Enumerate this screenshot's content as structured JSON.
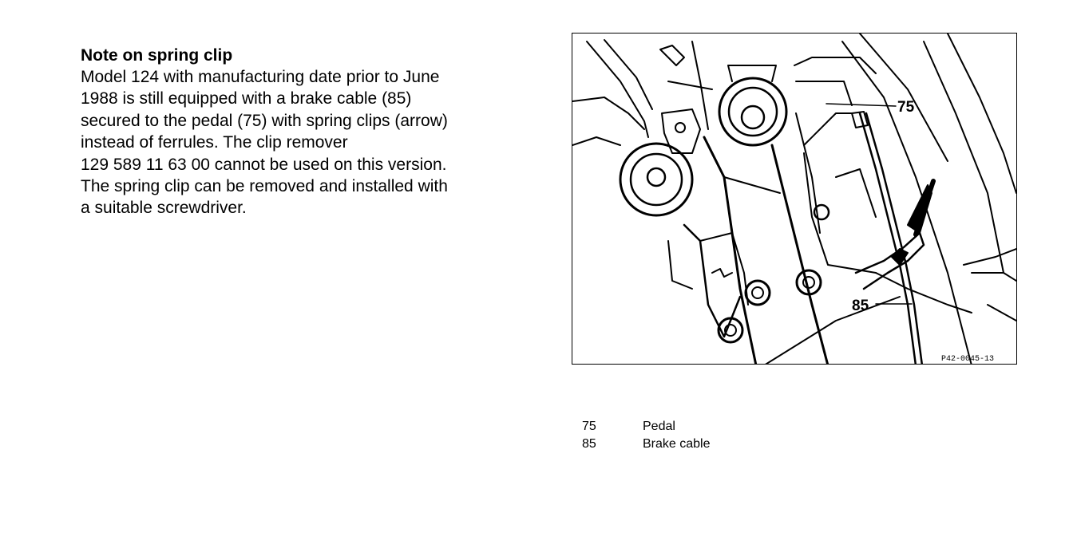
{
  "note": {
    "title": "Note on spring clip",
    "lines": [
      "Model 124 with manufacturing date prior to June",
      "1988 is still equipped with a brake cable (85)",
      "secured to the pedal (75) with spring clips (arrow)",
      "instead of ferrules. The clip remover",
      "129 589 11 63 00 cannot be used on this version.",
      "The spring clip can be removed and installed with",
      "a suitable screwdriver."
    ]
  },
  "figure": {
    "callouts": [
      {
        "label": "75"
      },
      {
        "label": "85"
      }
    ],
    "code": "P42-0045-13"
  },
  "legend": [
    {
      "number": "75",
      "text": "Pedal"
    },
    {
      "number": "85",
      "text": "Brake cable"
    }
  ]
}
